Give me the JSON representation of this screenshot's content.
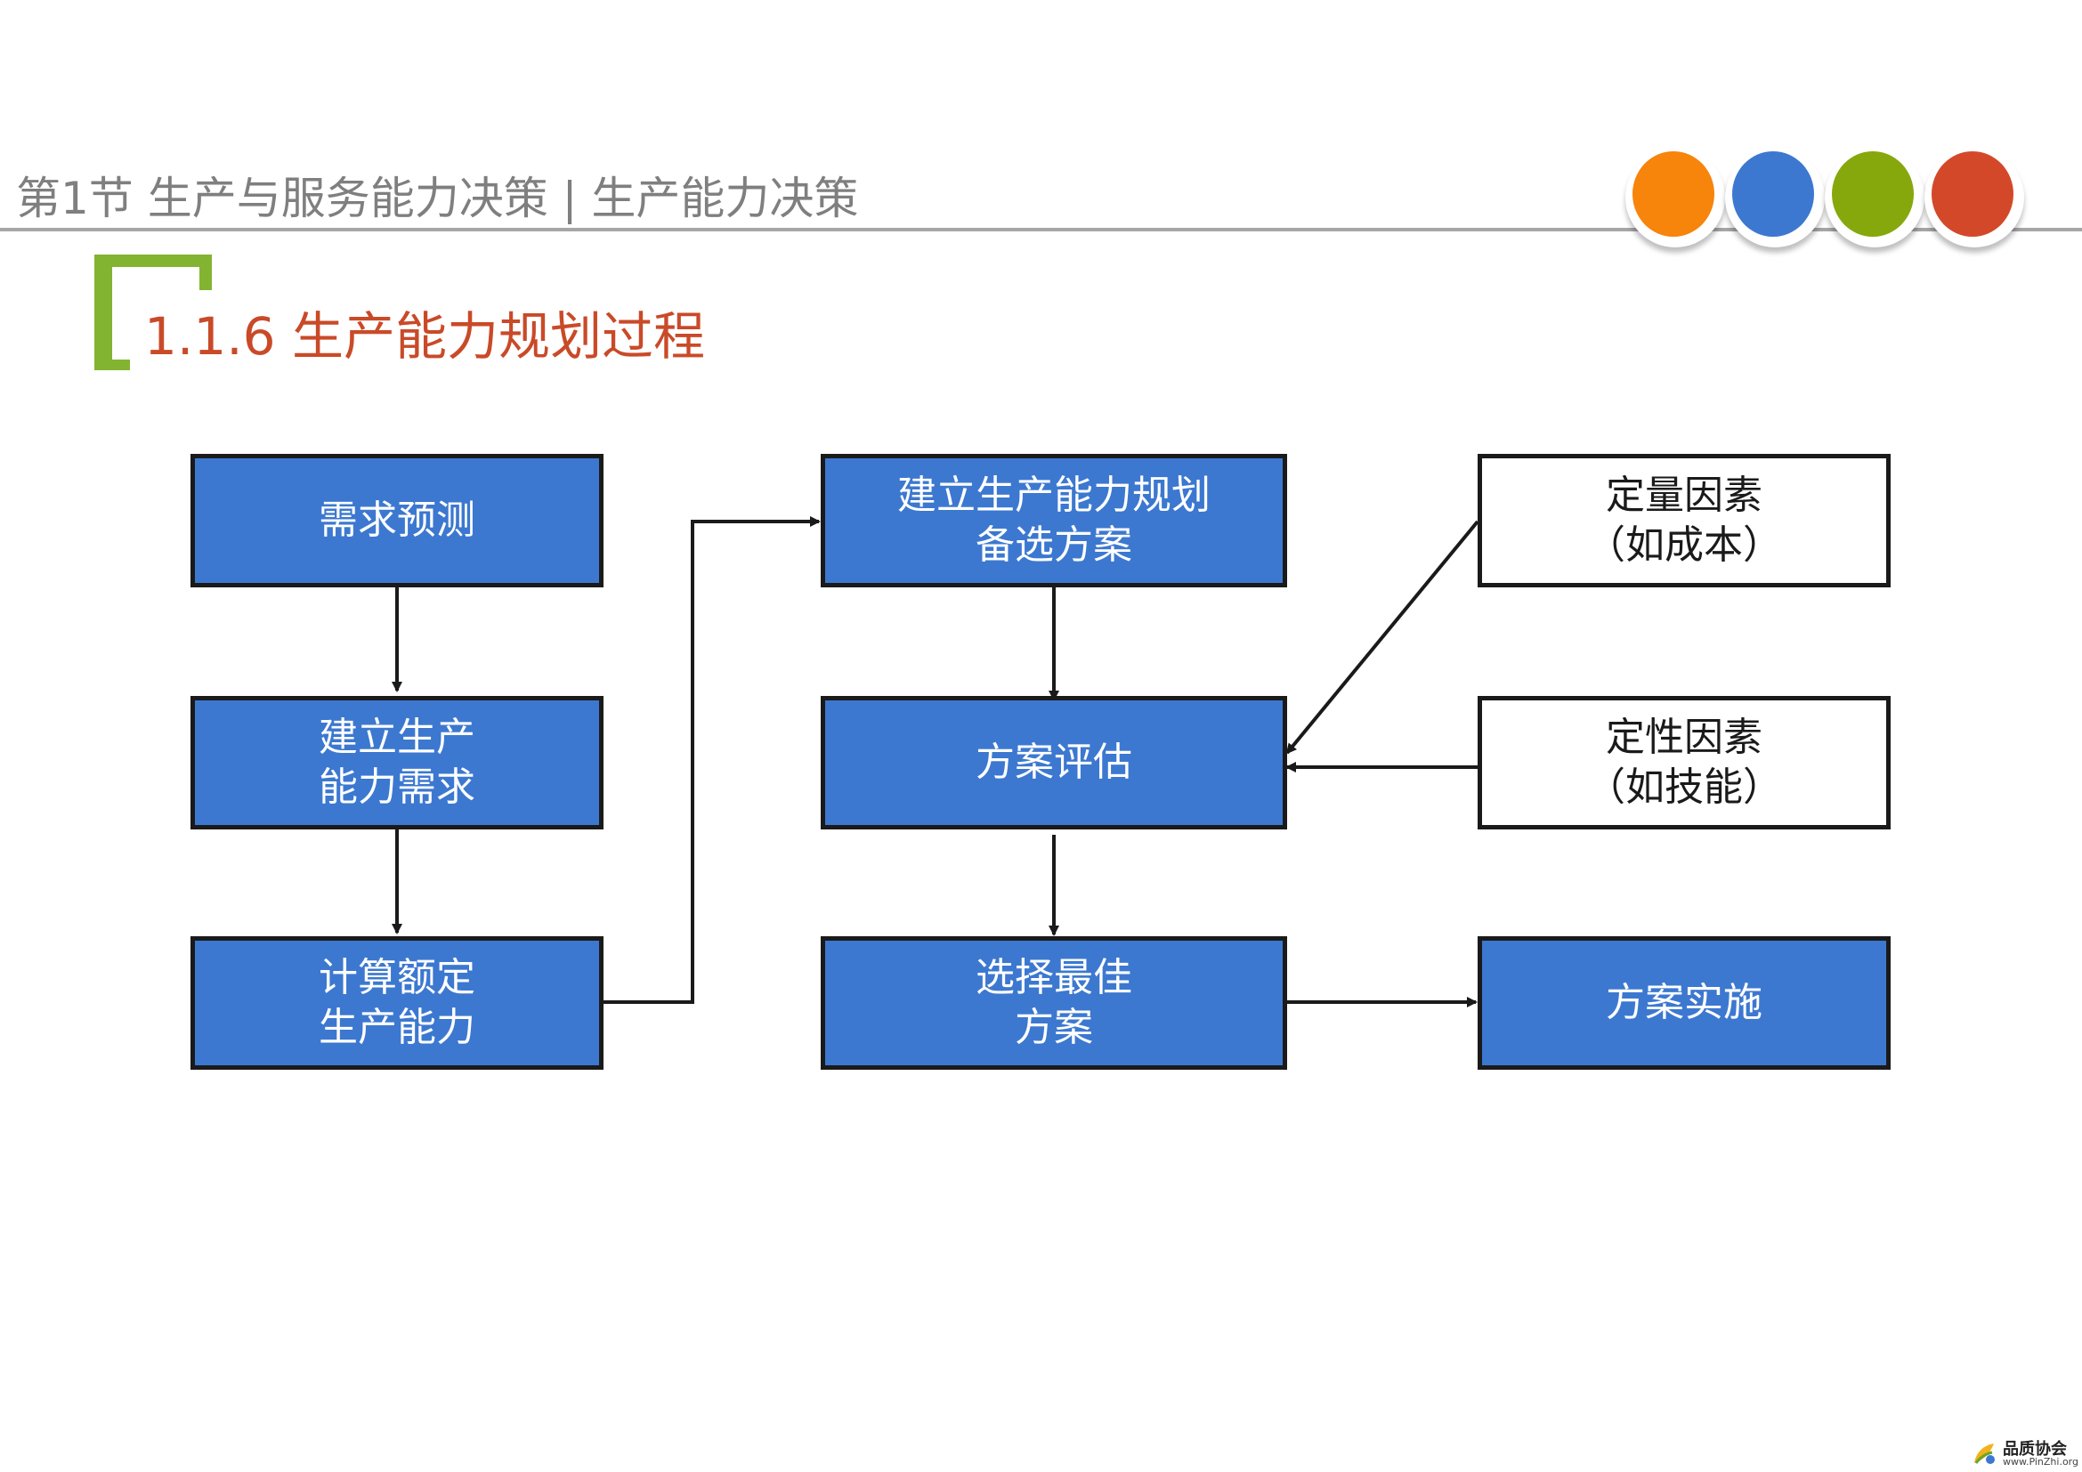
{
  "header": {
    "title": "第1节 生产与服务能力决策 | 生产能力决策",
    "circle_colors": [
      "#f7840b",
      "#3c78d0",
      "#86a80c",
      "#d4482a"
    ]
  },
  "section": {
    "title": "1.1.6 生产能力规划过程",
    "accent_color": "#82b431",
    "title_color": "#c94a28"
  },
  "diagram": {
    "nodes": {
      "demand_forecast": "需求预测",
      "capacity_needs": "建立生产\n能力需求",
      "rated_capacity": "计算额定\n生产能力",
      "alternatives": "建立生产能力规划\n备选方案",
      "evaluation": "方案评估",
      "select_best": "选择最佳\n方案",
      "quantitative": "定量因素\n（如成本）",
      "qualitative": "定性因素\n（如技能）",
      "implement": "方案实施"
    },
    "node_fill": "#3c78d0"
  },
  "footer": {
    "logo_name": "品质协会",
    "logo_url": "www.PinZhi.org"
  }
}
